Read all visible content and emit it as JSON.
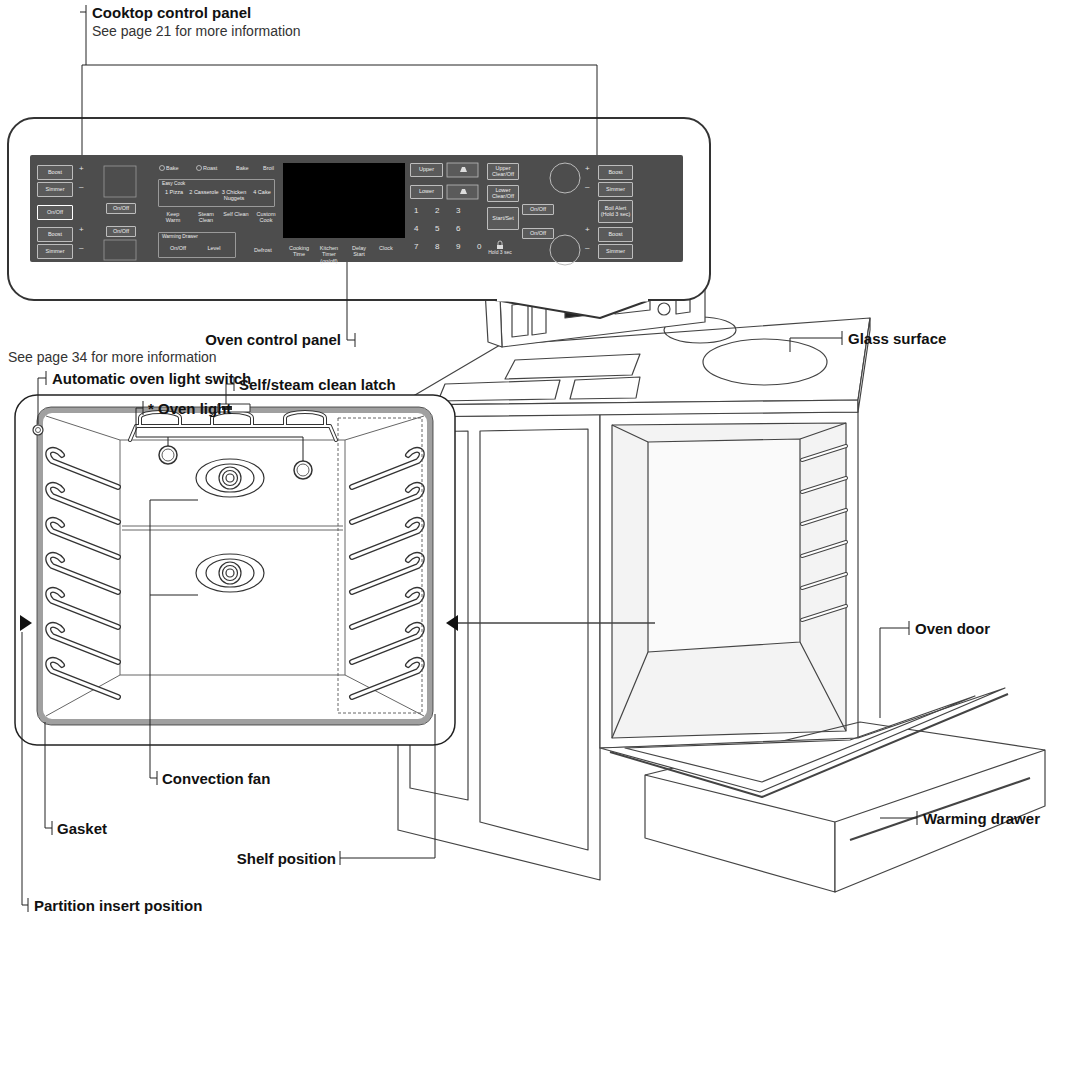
{
  "diagram": {
    "nodes": [
      {
        "text": [
          "Boost"
        ]
      },
      {
        "text": [
          "Simmer"
        ]
      },
      {
        "text": [
          "On/Off"
        ]
      },
      {
        "text": [
          "Boost"
        ]
      },
      {
        "text": [
          "Simmer"
        ]
      },
      {
        "text": [
          "On/Off"
        ]
      },
      {
        "text": [
          "On/Off"
        ]
      },
      {
        "text": [
          "Easy Cook",
          "1 Pizza",
          "2 Casserole",
          "3 Chicken Nuggets",
          "4 Cake"
        ]
      },
      {
        "text": [
          "Warming Drawer",
          "On/Off",
          "Level"
        ]
      },
      {
        "text": [
          "Upper"
        ]
      },
      {
        "text": [
          "Lower"
        ]
      },
      {
        "text": [
          "Upper Clear/Off"
        ]
      },
      {
        "text": [
          "Lower Clear/Off"
        ]
      },
      {
        "text": [
          "Start/Set"
        ]
      },
      {
        "text": [
          "On/Off"
        ]
      },
      {
        "text": [
          "On/Off"
        ]
      },
      {
        "text": [
          "Boost"
        ]
      },
      {
        "text": [
          "Simmer"
        ]
      },
      {
        "text": [
          "Boil Alert (Hold 3 sec)"
        ]
      },
      {
        "text": [
          "Boost"
        ]
      },
      {
        "text": [
          "Simmer"
        ]
      }
    ],
    "labels": [
      "Cooktop control panel",
      "See page 21 for more information",
      "+",
      "–",
      "+",
      "–",
      "Bake",
      "Roast",
      "Bake",
      "Broil",
      "Keep Warm",
      "Steam Clean",
      "Self Clean",
      "Custom Cook",
      "Defrost",
      "Cooking Time",
      "Kitchen Timer (on/off)",
      "Delay Start",
      "Clock",
      "1",
      "2",
      "3",
      "4",
      "5",
      "6",
      "7",
      "8",
      "9",
      "0",
      "Hold 3 sec",
      "+",
      "–",
      "+",
      "–",
      "Oven control panel",
      "See page 34 for more information",
      "Automatic oven light switch",
      "* Oven light",
      "Self/steam clean latch",
      "Glass surface",
      "Oven door",
      "Warming drawer",
      "Convection fan",
      "Gasket",
      "Shelf position",
      "Partition insert position"
    ]
  }
}
